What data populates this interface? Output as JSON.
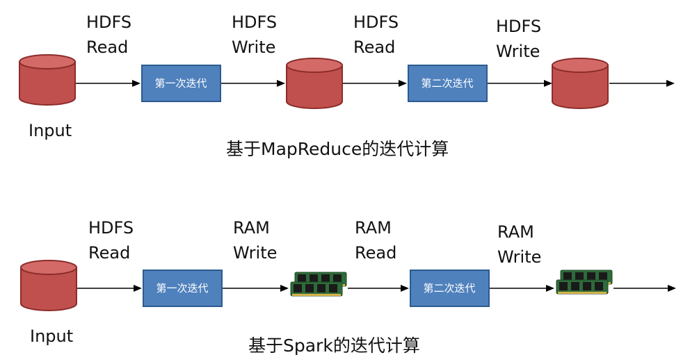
{
  "mapreduce": {
    "labels": {
      "read1_a": "HDFS",
      "read1_b": "Read",
      "write1_a": "HDFS",
      "write1_b": "Write",
      "read2_a": "HDFS",
      "read2_b": "Read",
      "write2_a": "HDFS",
      "write2_b": "Write"
    },
    "input_label": "Input",
    "iter1": "第一次迭代",
    "iter2": "第二次迭代",
    "caption": "基于MapReduce的迭代计算"
  },
  "spark": {
    "labels": {
      "read1_a": "HDFS",
      "read1_b": "Read",
      "write1_a": "RAM",
      "write1_b": "Write",
      "read2_a": "RAM",
      "read2_b": "Read",
      "write2_a": "RAM",
      "write2_b": "Write"
    },
    "input_label": "Input",
    "iter1": "第一次迭代",
    "iter2": "第二次迭代",
    "caption": "基于Spark的迭代计算"
  },
  "colors": {
    "disk": "#c0504d",
    "disk_top": "#d36a67",
    "disk_stroke": "#8b2c2a",
    "box": "#4f81bd",
    "box_stroke": "#2c5a8f",
    "ram_board": "#2e6b3a",
    "ram_chip": "#1a1a1a",
    "ram_pins": "#d6b24a"
  }
}
